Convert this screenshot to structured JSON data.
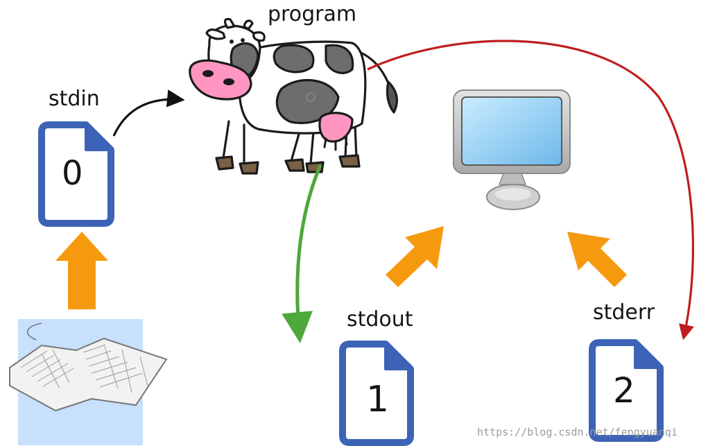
{
  "labels": {
    "program": "program",
    "stdin": "stdin",
    "stdout": "stdout",
    "stderr": "stderr"
  },
  "descriptors": {
    "stdin": "0",
    "stdout": "1",
    "stderr": "2"
  },
  "watermark": "https://blog.csdn.net/fengyuanqi",
  "colors": {
    "file_blue": "#3d63b6",
    "orange_arrow": "#f59a0e",
    "green_arrow": "#4ea83b",
    "red_arrow": "#bf1e1e",
    "black_arrow": "#111111",
    "keyboard_bg": "#c7e0fb",
    "monitor_screen": "#8fcdf3"
  },
  "icons": [
    "cow-icon",
    "monitor-icon",
    "keyboard-icon",
    "file-icon"
  ]
}
